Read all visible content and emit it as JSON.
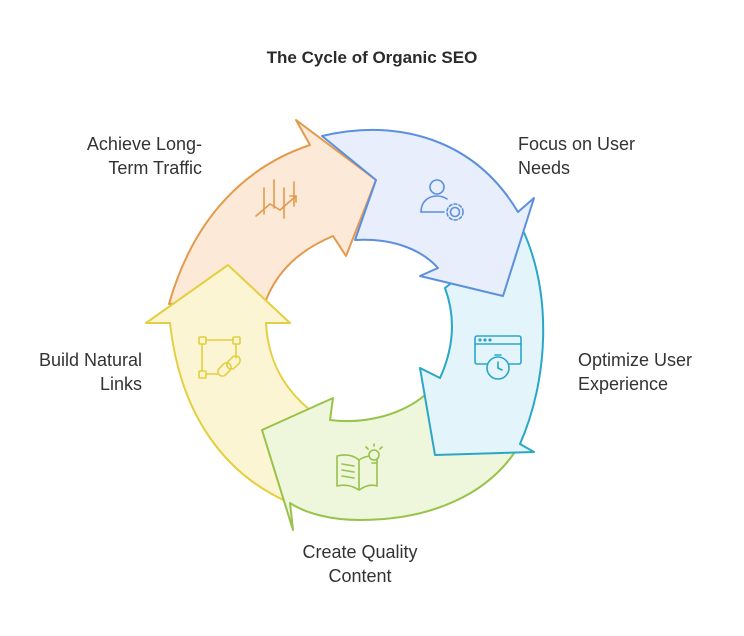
{
  "title": "The Cycle of Organic SEO",
  "steps": [
    {
      "lines": [
        "Focus on User",
        "Needs"
      ],
      "icon": "user-gear-icon",
      "stroke": "#5b8fe0",
      "fill": "#e8eefb"
    },
    {
      "lines": [
        "Optimize User",
        "Experience"
      ],
      "icon": "browser-stopwatch-icon",
      "stroke": "#2aa6c8",
      "fill": "#e3f5fa"
    },
    {
      "lines": [
        "Create Quality",
        "Content"
      ],
      "icon": "book-lightbulb-icon",
      "stroke": "#98c24a",
      "fill": "#eef6dc"
    },
    {
      "lines": [
        "Build Natural",
        "Links"
      ],
      "icon": "link-nodes-icon",
      "stroke": "#e3cf3f",
      "fill": "#fbf5d3"
    },
    {
      "lines": [
        "Achieve Long-",
        "Term Traffic"
      ],
      "icon": "traffic-growth-icon",
      "stroke": "#e39a4c",
      "fill": "#fde9d7"
    }
  ]
}
